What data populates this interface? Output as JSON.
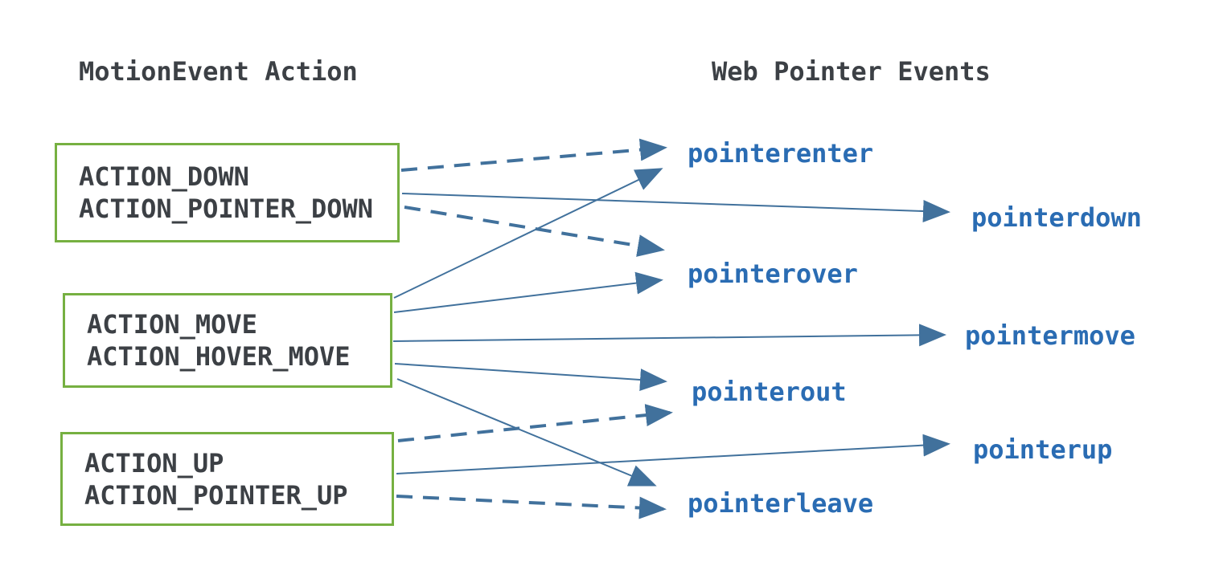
{
  "left_column": {
    "title": "MotionEvent Action"
  },
  "right_column": {
    "title": "Web Pointer Events"
  },
  "boxes": [
    {
      "id": "down",
      "lines": [
        "ACTION_DOWN",
        "ACTION_POINTER_DOWN"
      ]
    },
    {
      "id": "move",
      "lines": [
        "ACTION_MOVE",
        "ACTION_HOVER_MOVE"
      ]
    },
    {
      "id": "up",
      "lines": [
        "ACTION_UP",
        "ACTION_POINTER_UP"
      ]
    }
  ],
  "events": [
    {
      "id": "pointerenter",
      "label": "pointerenter"
    },
    {
      "id": "pointerdown",
      "label": "pointerdown"
    },
    {
      "id": "pointerover",
      "label": "pointerover"
    },
    {
      "id": "pointermove",
      "label": "pointermove"
    },
    {
      "id": "pointerout",
      "label": "pointerout"
    },
    {
      "id": "pointerup",
      "label": "pointerup"
    },
    {
      "id": "pointerleave",
      "label": "pointerleave"
    }
  ],
  "edges": [
    {
      "from": "down",
      "to": "pointerenter",
      "style": "dashed"
    },
    {
      "from": "down",
      "to": "pointerdown",
      "style": "solid"
    },
    {
      "from": "down",
      "to": "pointerover",
      "style": "dashed"
    },
    {
      "from": "move",
      "to": "pointerenter",
      "style": "solid"
    },
    {
      "from": "move",
      "to": "pointerover",
      "style": "solid"
    },
    {
      "from": "move",
      "to": "pointermove",
      "style": "solid"
    },
    {
      "from": "move",
      "to": "pointerout",
      "style": "solid"
    },
    {
      "from": "move",
      "to": "pointerleave",
      "style": "solid"
    },
    {
      "from": "up",
      "to": "pointerout",
      "style": "dashed"
    },
    {
      "from": "up",
      "to": "pointerup",
      "style": "solid"
    },
    {
      "from": "up",
      "to": "pointerleave",
      "style": "dashed"
    }
  ],
  "icons": {
    "arrowhead": "filled-right-triangle"
  },
  "colors": {
    "box_border": "#76b041",
    "connector": "#41719c",
    "event_label": "#2a6cb3",
    "text": "#3c4045"
  }
}
